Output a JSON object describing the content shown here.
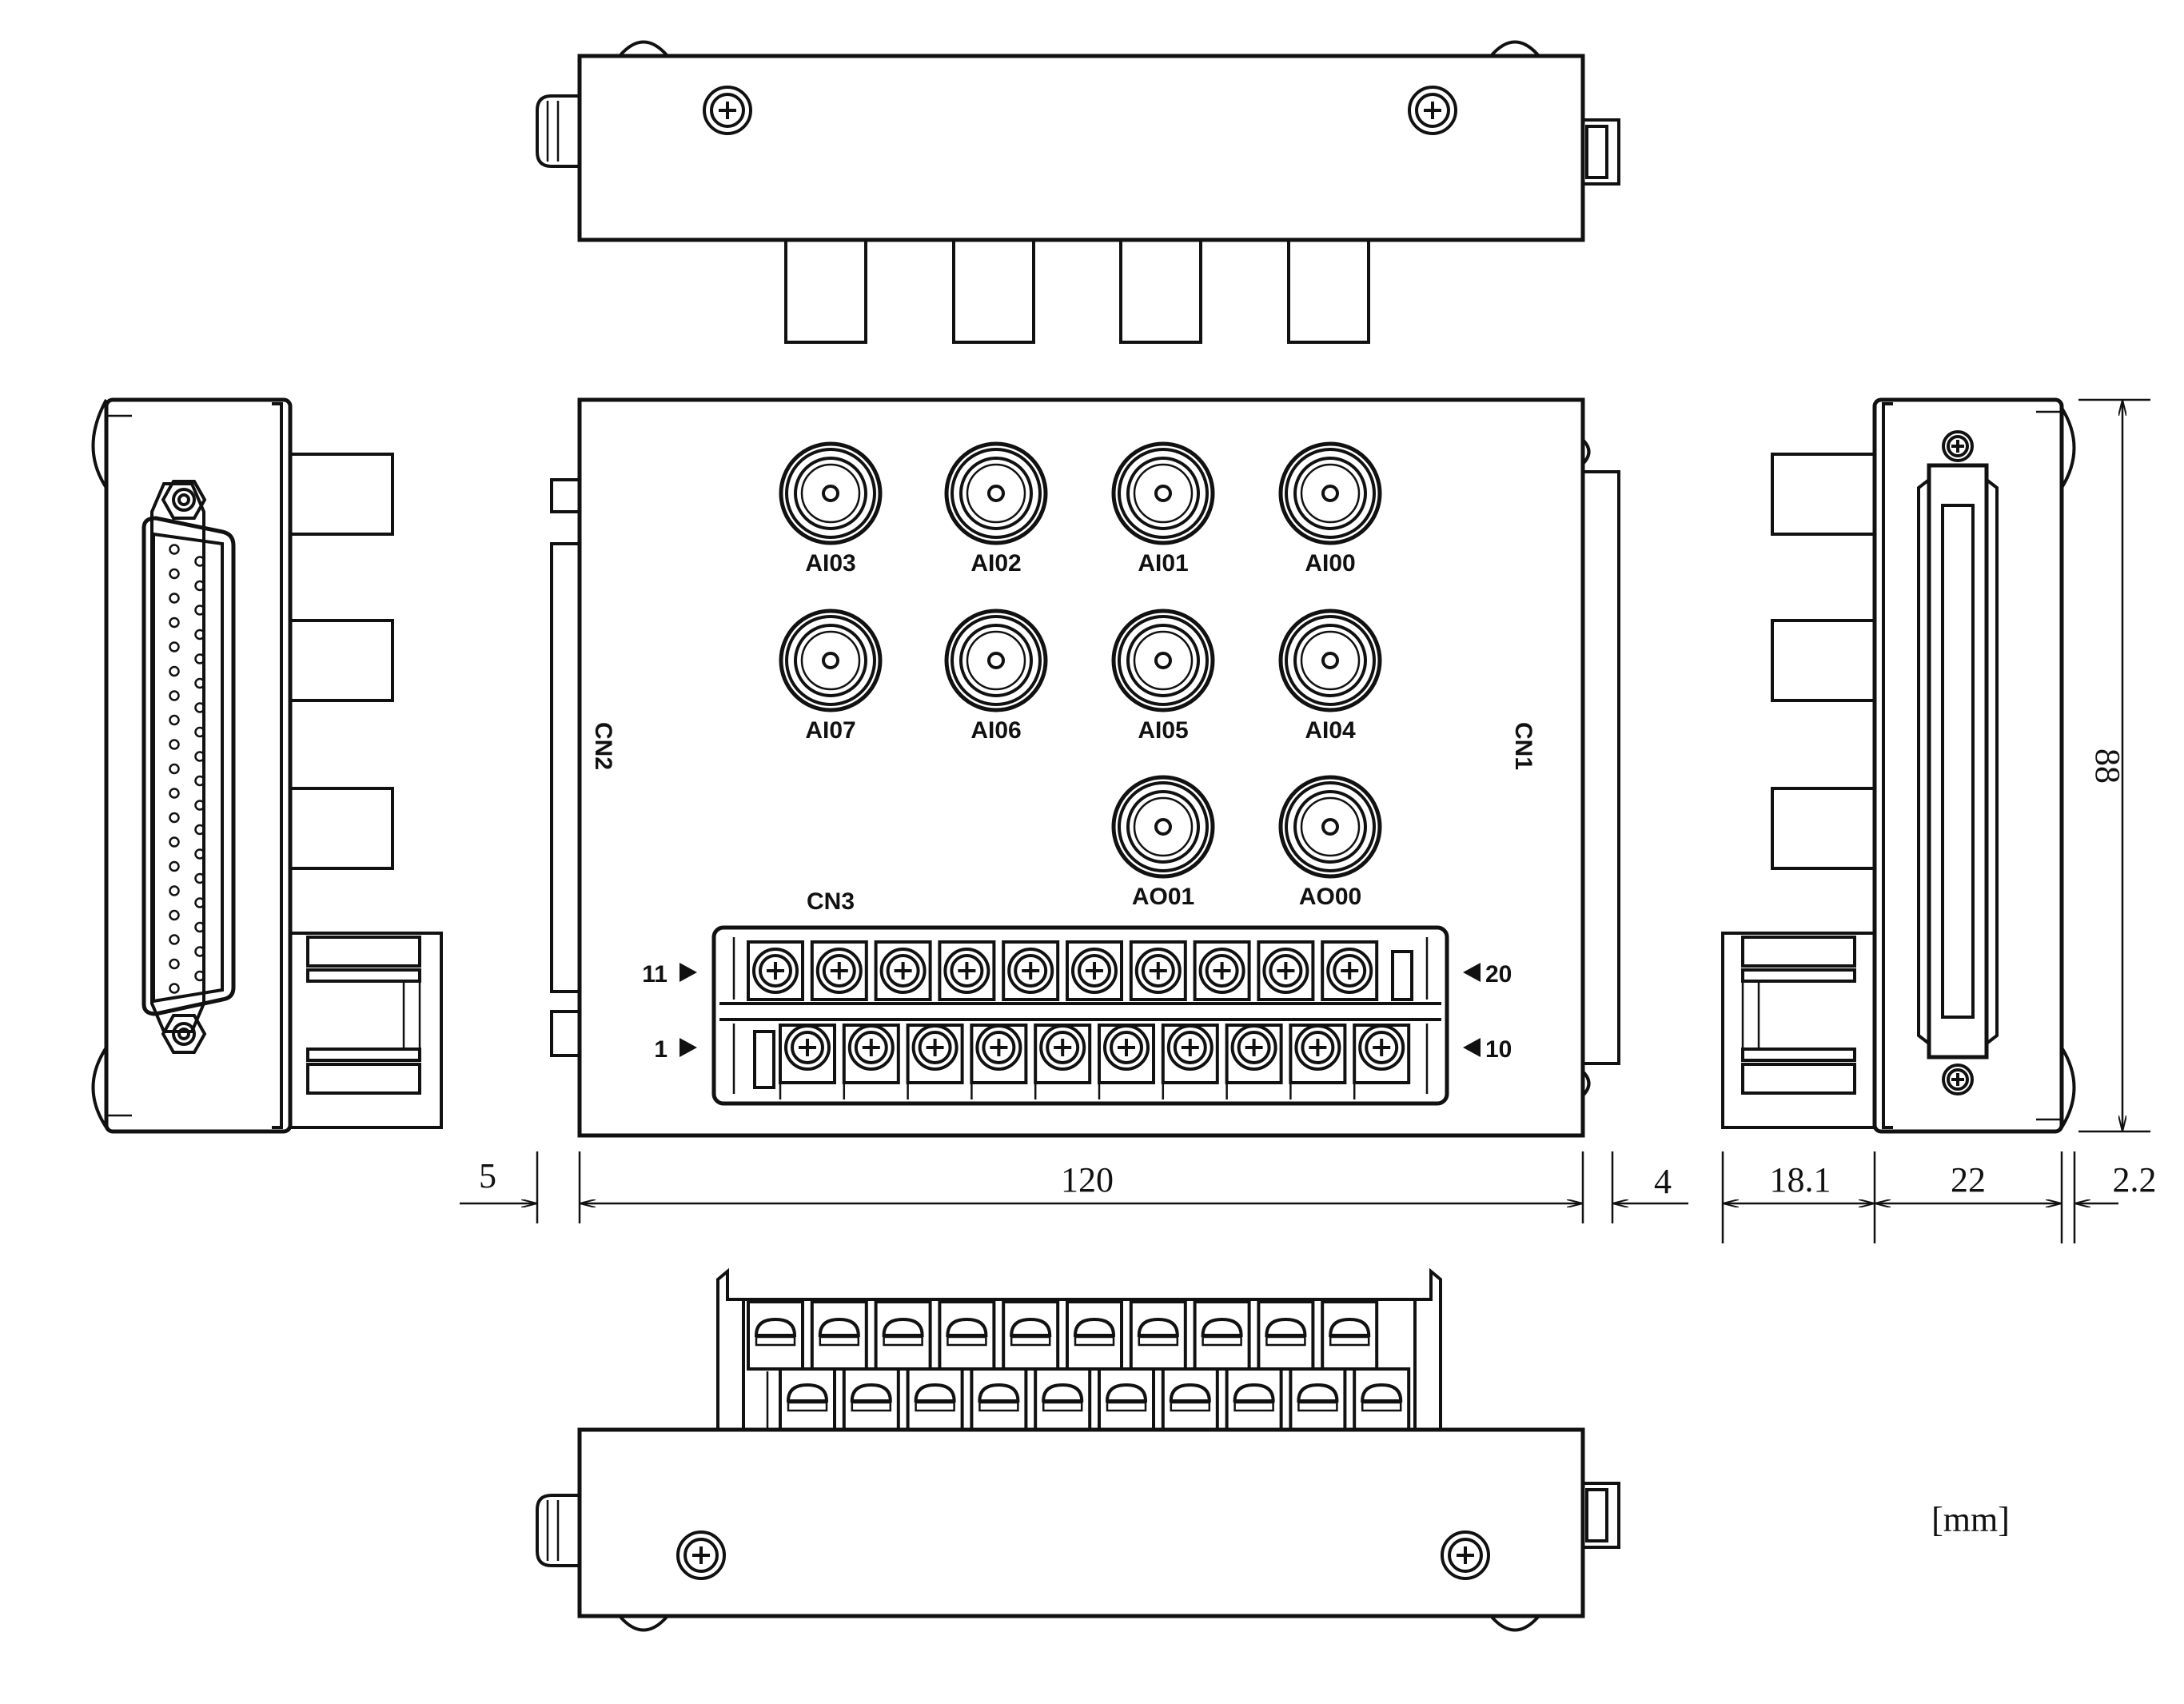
{
  "bnc_rows": [
    [
      "AI03",
      "AI02",
      "AI01",
      "AI00"
    ],
    [
      "AI07",
      "AI06",
      "AI05",
      "AI04"
    ],
    [
      "AO01",
      "AO00"
    ]
  ],
  "connectors": {
    "cn1": "CN1",
    "cn2": "CN2",
    "cn3": "CN3"
  },
  "terminal_markers": {
    "upper_left": "11",
    "upper_right": "20",
    "lower_left": "1",
    "lower_right": "10"
  },
  "dimensions": {
    "left_offset": "5",
    "width": "120",
    "right_offset": "4",
    "depth_a": "18.1",
    "depth_b": "22",
    "depth_c": "2.2",
    "height": "88"
  },
  "unit": "[mm]",
  "counts": {
    "terminals_per_row": 10,
    "db_pins_row_a": 19,
    "db_pins_row_b": 18
  }
}
